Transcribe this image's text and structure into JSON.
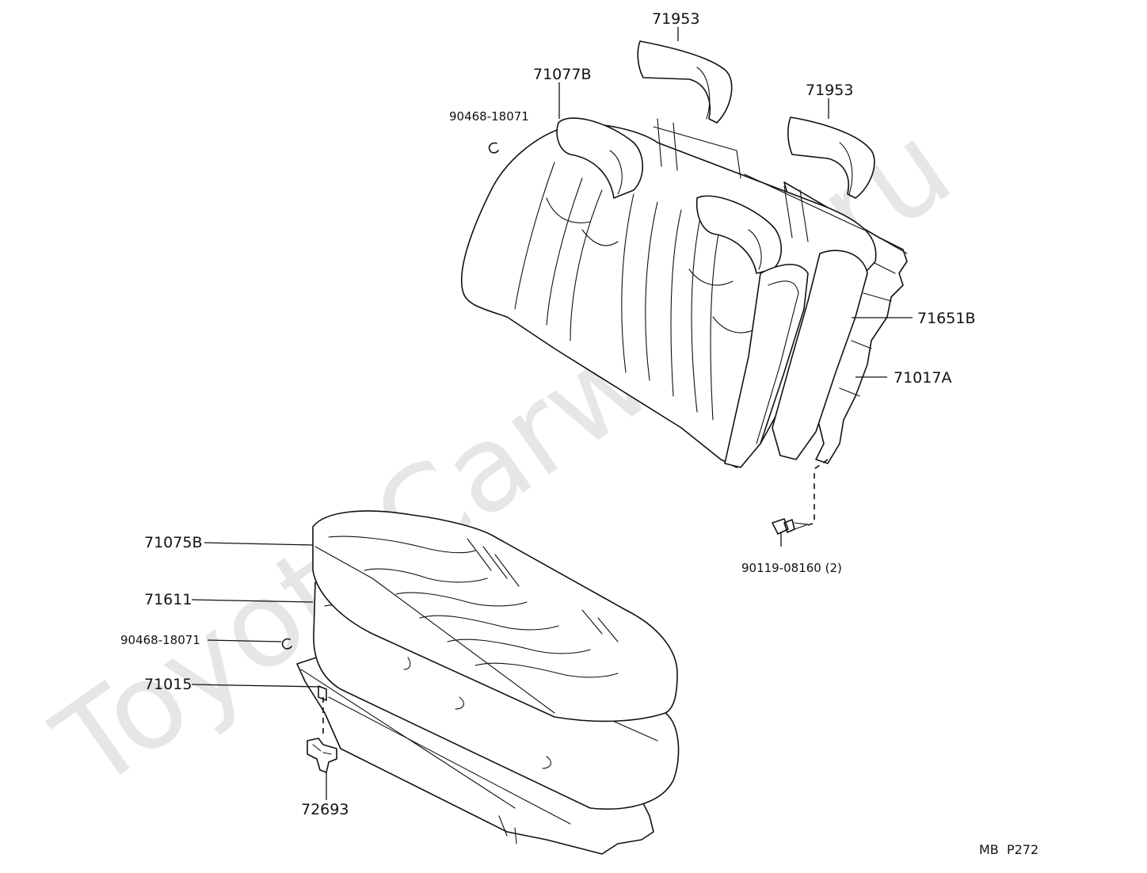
{
  "watermark": "ToyotaCarwiwe.ru",
  "page_code": "MB  P272",
  "parts": {
    "headrest_center": "71953",
    "headrest_right": "71953",
    "back_cover": "71077B",
    "back_hog_ring": "90468-18071",
    "back_pad": "71651B",
    "back_frame": "71017A",
    "back_bolt": "90119-08160 (2)",
    "cushion_cover": "71075B",
    "cushion_pad": "71611",
    "cushion_hog_ring": "90468-18071",
    "cushion_frame": "71015",
    "cushion_lock_hook": "72693"
  }
}
